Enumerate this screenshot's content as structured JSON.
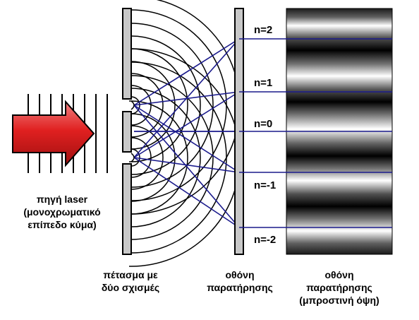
{
  "labels": {
    "source": [
      "πηγή laser",
      "(μονοχρωματικό",
      "επίπεδο κύμα)"
    ],
    "slit_screen": [
      "πέτασμα με",
      "δύο σχισμές"
    ],
    "observation_screen": [
      "οθόνη",
      "παρατήρησης"
    ],
    "front_view": [
      "οθόνη",
      "παρατήρησης",
      "(μπροστινή όψη)"
    ]
  },
  "orders": [
    "n=2",
    "n=1",
    "n=0",
    "n=-1",
    "n=-2"
  ],
  "colors": {
    "arrow": "#d61e1e",
    "rays": "#1a1a8c",
    "screen_fill": "#c8c8c8",
    "lines": "#000000"
  }
}
